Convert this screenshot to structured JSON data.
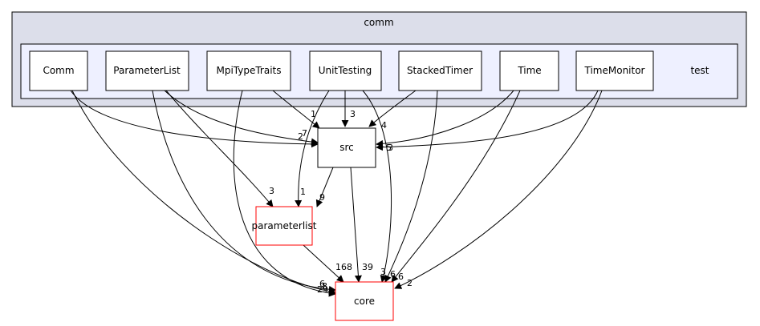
{
  "outer_cluster": {
    "label": "comm",
    "fill": "#dcdeea",
    "stroke": "#000000"
  },
  "inner_cluster": {
    "label": "test",
    "fill": "#eef0ff",
    "stroke": "#000000"
  },
  "test_nodes": [
    {
      "id": "comm",
      "label": "Comm"
    },
    {
      "id": "parameterlist",
      "label": "ParameterList"
    },
    {
      "id": "mpitypetraits",
      "label": "MpiTypeTraits"
    },
    {
      "id": "unittesting",
      "label": "UnitTesting"
    },
    {
      "id": "stackedtimer",
      "label": "StackedTimer"
    },
    {
      "id": "time",
      "label": "Time"
    },
    {
      "id": "timemonitor",
      "label": "TimeMonitor"
    }
  ],
  "src_node": {
    "label": "src"
  },
  "parameterlist_dir": {
    "label": "parameterlist",
    "stroke": "#ff0000"
  },
  "core_dir": {
    "label": "core",
    "stroke": "#ff0000"
  },
  "edge_labels": [
    {
      "id": "src-left-a",
      "text": "2"
    },
    {
      "id": "src-left-b",
      "text": "7"
    },
    {
      "id": "src-left-c",
      "text": "1"
    },
    {
      "id": "src-unittesting",
      "text": "3"
    },
    {
      "id": "src-stackedtimer",
      "text": "4"
    },
    {
      "id": "src-right-a",
      "text": "5"
    },
    {
      "id": "src-right-b",
      "text": "3"
    },
    {
      "id": "plist-from-parameterlist",
      "text": "3"
    },
    {
      "id": "plist-from-unittesting",
      "text": "1"
    },
    {
      "id": "plist-from-src",
      "text": "9"
    },
    {
      "id": "core-from-plist",
      "text": "168"
    },
    {
      "id": "core-from-src",
      "text": "39"
    },
    {
      "id": "core-a",
      "text": "3"
    },
    {
      "id": "core-b",
      "text": "6"
    },
    {
      "id": "core-c",
      "text": "6"
    },
    {
      "id": "core-d",
      "text": "2"
    },
    {
      "id": "core-left-a",
      "text": "6"
    },
    {
      "id": "core-left-b",
      "text": "8"
    },
    {
      "id": "core-left-c",
      "text": "29"
    }
  ]
}
